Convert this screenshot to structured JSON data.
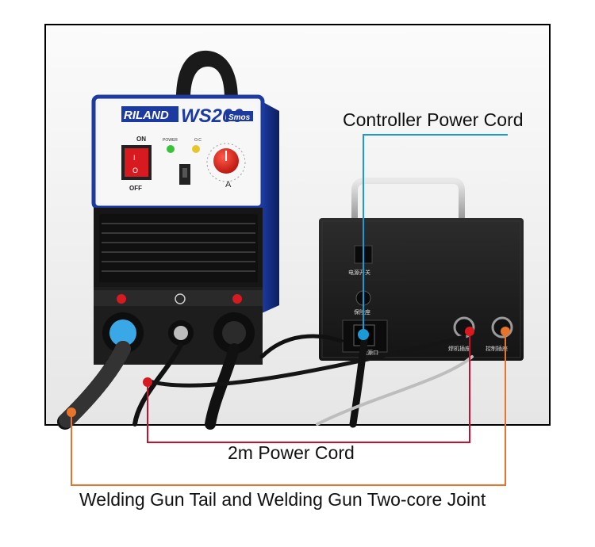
{
  "annotations": {
    "controller_power_cord": "Controller Power Cord",
    "power_cord_2m": "2m Power Cord",
    "gun_joint": "Welding Gun Tail and Welding Gun Two-core Joint"
  },
  "welder": {
    "brand": "RILAND",
    "model": "WS200",
    "model_suffix": "Smos",
    "switch_on": "ON",
    "switch_off": "OFF",
    "indicator_power": "POWER",
    "indicator_ov": "O.C",
    "current_unit": "A"
  },
  "controller": {
    "switch_label": "电源开关",
    "fuse_label": "保险座",
    "port_power": "电源口",
    "port_welder": "焊机插座",
    "port_control": "控制插座"
  },
  "colors": {
    "pointer_blue": "#1a9bd7",
    "pointer_red": "#c8102e",
    "pointer_orange": "#e8742c",
    "welder_body": "#1f3a8a",
    "photo_background": "#f2f2f2"
  }
}
